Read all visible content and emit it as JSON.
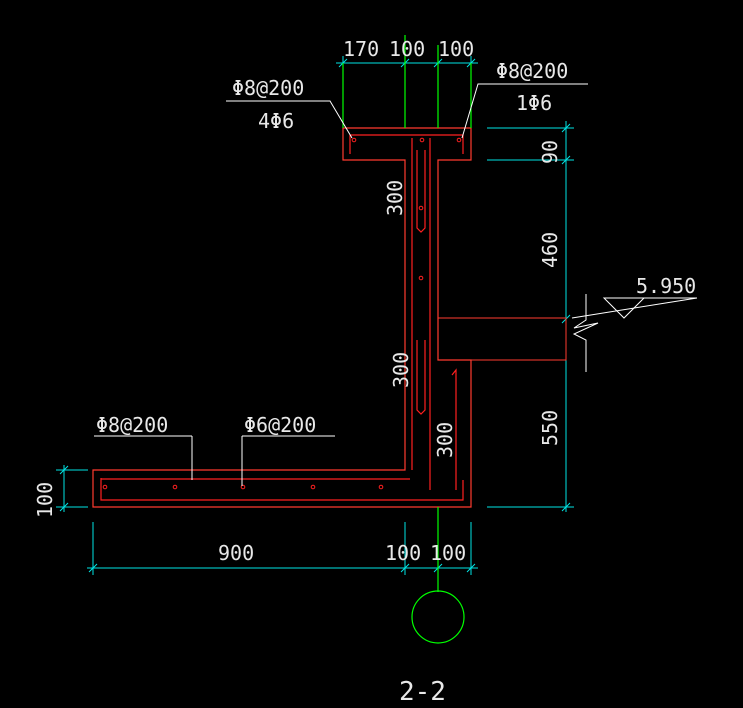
{
  "drawing": {
    "section_title": "2-2",
    "top_dims": [
      "170",
      "100",
      "100"
    ],
    "left_callout": {
      "line1": "Φ8@200",
      "line2": "4Φ6"
    },
    "right_callout": {
      "line1": "Φ8@200",
      "line2": "1Φ6"
    },
    "right_dims": [
      "90",
      "460",
      "550"
    ],
    "elevation": "5.950",
    "vertical_dims": [
      "300",
      "300",
      "300"
    ],
    "slab_callouts": [
      "Φ8@200",
      "Φ6@200"
    ],
    "left_dim": "100",
    "bottom_dims": [
      "900",
      "100",
      "100"
    ],
    "colors": {
      "concrete": "#ff3b2f",
      "rebar": "#ff2020",
      "dimension": "#00e5e5",
      "axis": "#00ff00",
      "text": "#e8e8e8",
      "leader": "#ffffff"
    }
  }
}
